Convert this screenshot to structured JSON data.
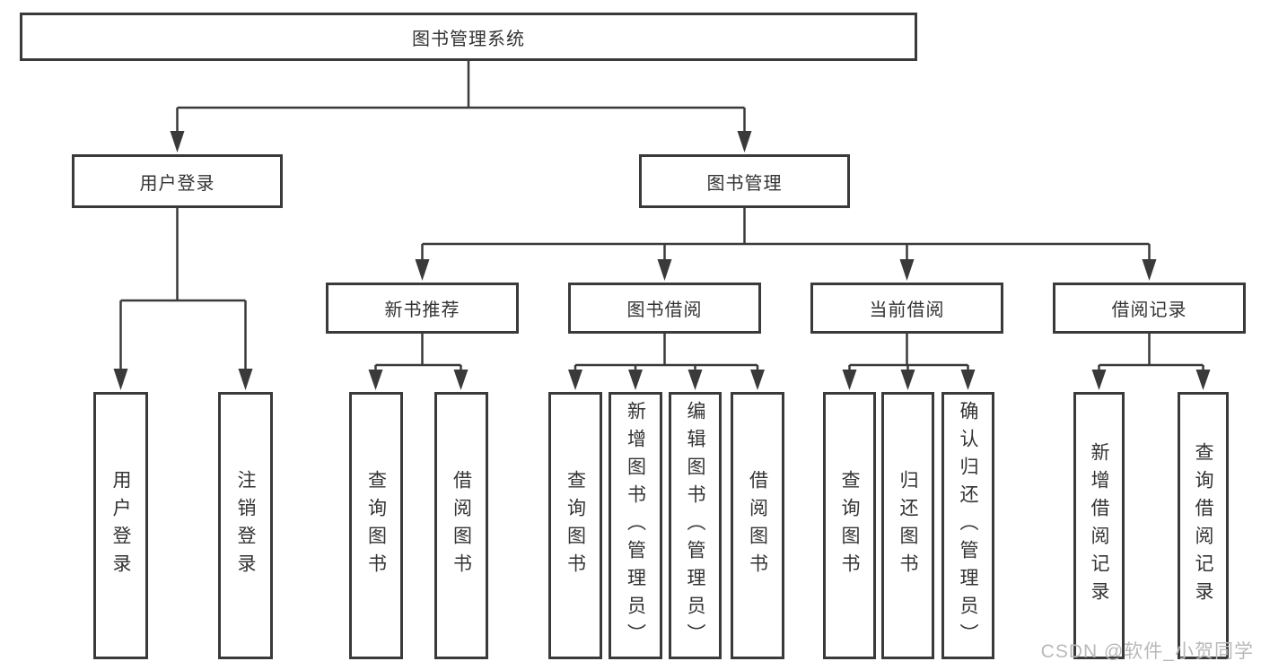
{
  "diagram_title": "图书管理系统",
  "tree": {
    "root": {
      "label": "图书管理系统"
    },
    "branches": [
      {
        "label": "用户登录",
        "leaves": [
          {
            "label": "用户登录"
          },
          {
            "label": "注销登录"
          }
        ]
      },
      {
        "label": "图书管理",
        "sections": [
          {
            "label": "新书推荐",
            "leaves": [
              {
                "label": "查询图书"
              },
              {
                "label": "借阅图书"
              }
            ]
          },
          {
            "label": "图书借阅",
            "leaves": [
              {
                "label": "查询图书"
              },
              {
                "label": "新增图书（管理员）"
              },
              {
                "label": "编辑图书（管理员）"
              },
              {
                "label": "借阅图书"
              }
            ]
          },
          {
            "label": "当前借阅",
            "leaves": [
              {
                "label": "查询图书"
              },
              {
                "label": "归还图书"
              },
              {
                "label": "确认归还（管理员）"
              }
            ]
          },
          {
            "label": "借阅记录",
            "leaves": [
              {
                "label": "新增借阅记录"
              },
              {
                "label": "查询借阅记录"
              }
            ]
          }
        ]
      }
    ]
  },
  "watermark": {
    "text": "CSDN @软件_小贺同学"
  },
  "colors": {
    "line": "#3a3a3a",
    "box_border": "#3a3a3a",
    "text": "#333333",
    "watermark": "#b9b9b9",
    "background": "#ffffff"
  }
}
